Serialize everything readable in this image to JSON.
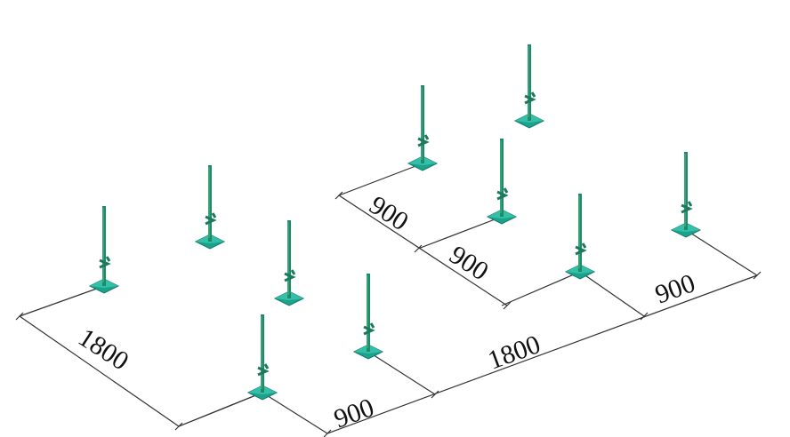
{
  "dimensions": [
    {
      "id": "left-depth",
      "text": "1800"
    },
    {
      "id": "front-span-a",
      "text": "900"
    },
    {
      "id": "front-span-b",
      "text": "1800"
    },
    {
      "id": "front-span-c",
      "text": "900"
    },
    {
      "id": "upper-depth-a",
      "text": "900"
    },
    {
      "id": "upper-depth-b",
      "text": "900"
    }
  ],
  "colors": {
    "post": "#1f8a63",
    "base_plate": "#1aa38c",
    "dimension_line": "#333333",
    "background": "#ffffff"
  }
}
